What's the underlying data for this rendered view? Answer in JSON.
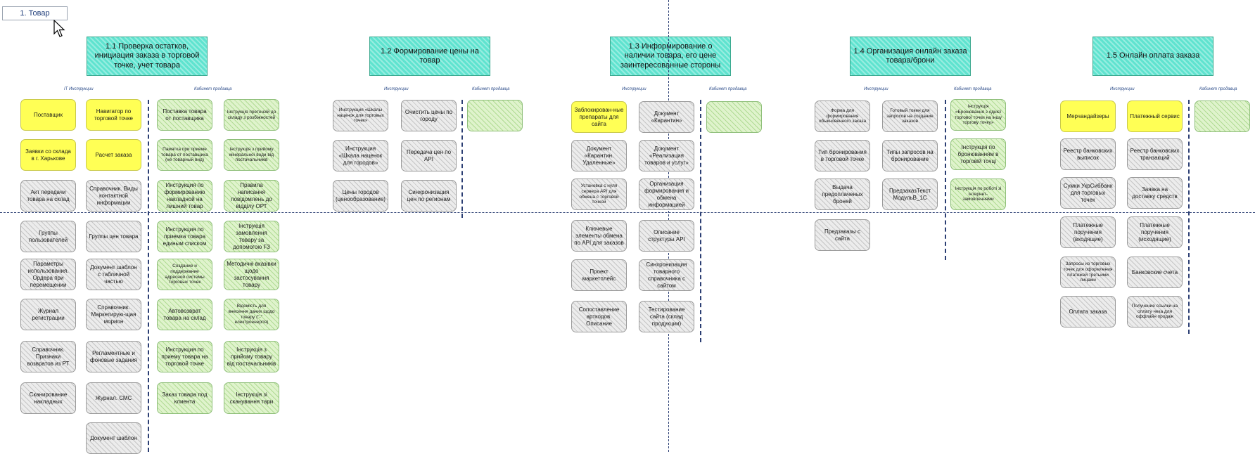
{
  "top_button": "1. Товар",
  "colors": {
    "header_fill": "#5fe3cf",
    "yellow": "#ffff55",
    "gray": "#ececec",
    "green": "#dff3cc",
    "line": "#2b3e73"
  },
  "sections": [
    {
      "title": "1.1 Проверка остатков, инициация заказа в торговой точке, учет товара",
      "sub_left": "IT Инструкции",
      "sub_right": "Кабинет продавца"
    },
    {
      "title": "1.2 Формирование цены на товар",
      "sub_left": "Инструкции",
      "sub_right": "Кабинет продавца"
    },
    {
      "title": "1.3 Информирование о наличии товара, его цене заинтересованные стороны",
      "sub_left": "Инструкции",
      "sub_right": "Кабинет продавца"
    },
    {
      "title": "1.4 Организация онлайн заказа товара/брони",
      "sub_left": "Инструкции",
      "sub_right": "Кабинет продавца"
    },
    {
      "title": "1.5 Онлайн оплата заказа",
      "sub_left": "Инструкции",
      "sub_right": "Кабинет продавца"
    }
  ],
  "boxes": {
    "b1": "Поставщик",
    "b2": "Навигатор по торговой точке",
    "b3": "Заявки со склада в г. Харькове",
    "b4": "Расчет заказа",
    "b5": "Акт передачи товара на склад",
    "b6": "Справочник. Виды контактной информации",
    "b7": "Группы пользователей",
    "b8": "Группы цен товара",
    "b9": "Параметры использования. Ордера при перемещении",
    "b10": "Документ шаблон с табличной частью",
    "b11": "Журнал регистрации",
    "b12": "Справочник. Маркетирую-щая морион",
    "b13": "Справочник. Признаки возвратов из РТ",
    "b14": "Регламентные и фоновые задания",
    "b15": "Сканирование накладных",
    "b16": "Журнал. СМС",
    "b17": "Документ шаблон",
    "g1": "Поставка товара от поставщика",
    "g2": "Інструкція претензій до складу з розбіжностей",
    "g3": "Памятка при приеме товара от поставщика (не товарный вид)",
    "g4": "Інструкція з прийому мінеральної води від постачальників",
    "g5": "Инструкция по формированию накладной на лишний товар",
    "g6": "Правила написання повідомлень до відділу ОРТ",
    "g7": "Инструкция по приемка товара единым списком",
    "g8": "Інструкція замовлення товару за допомогою F3",
    "g9": "Создание и поддержание адресной системы торговых точек",
    "g10": "Методичні вказівки щодо застосування товару",
    "g11": "Автовозврат товара на склад",
    "g12": "Відомість для внесення даних щодо товару (\"-\" електроенергія)",
    "g13": "Инструкция по приему товара на торговой точке",
    "g14": "Інструкція з прийому товару від постачальників",
    "g15": "Заказ товара под клиента",
    "g16": "Інструкція зі сканування тари",
    "c1": "Инструкция «Шкалы наценок для торговых точек»",
    "c2": "Очистить цены по городу",
    "c3": "Инструкция «Шкала наценок для городов»",
    "c4": "Передача цен по API",
    "c5": "Цены городов (ценообразование)",
    "c6": "Синхронизация цен по регионам",
    "d1": "Заблокирован-ные препараты для сайта",
    "d2": "Документ «Карантин»",
    "d3": "Документ «Карантин. Удаленные»",
    "d4": "Документ «Реализация товаров и услуг»",
    "d5": "Установка с нуля сервера API для обмена с торговой точкой",
    "d6": "Организация формирования и обмена информацией",
    "d7": "Ключевые элементы обмена по API для заказов",
    "d8": "Описание структуры API",
    "d9": "Проект маркетплейс",
    "d10": "Синхронизация товарного справочника с сайтом",
    "d11": "Сопоставление арткодов. Описание",
    "d12": "Тестирование сайта (склад продукции)",
    "e1": "Форма для формирования обыкновенного заказа",
    "e2": "Готовый токен для запросов на создание заказов",
    "e3": "Тип бронирования в торговой точке",
    "e4": "Типы запросов на бронирование",
    "e5": "Выдача предоплаченых броней",
    "e6": "ПредзаказТекст МодульВ_1С",
    "e7": "Предзаказы с сайта",
    "eg1": "Інструкція «Бронювання з однієї торгової точки на іншу торгову точку»",
    "eg2": "Інструкція по бронюванням в торговій точці",
    "eg3": "Інструкція по роботі зі інтернет-замовленнями",
    "f1": "Мерчандайзеры",
    "f2": "Платежный сервис",
    "f3": "Реестр банковских выписок",
    "f4": "Реестр банковских транзакций",
    "f5": "Сумки УкрСиббанк для торговых точек",
    "f6": "Заявка на доставку средств",
    "f7": "Платежные поручения (входящие)",
    "f8": "Платежные поручения (исходящие)",
    "f9": "Запросы из торговых точек для оформления платежей третьими лицами",
    "f10": "Банковские счета",
    "f11": "Оплата заказа",
    "f12": "Получение ссылки на оплату чека для оффлайн продаж"
  }
}
